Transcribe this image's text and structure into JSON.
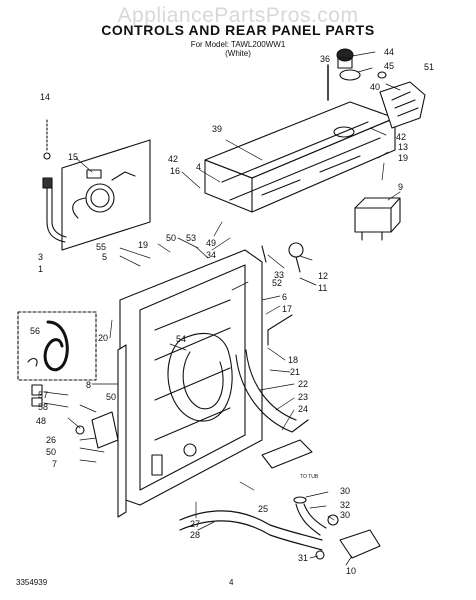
{
  "watermark": "AppliancePartsPros.com",
  "header": {
    "title": "CONTROLS AND REAR PANEL PARTS",
    "model_line": "For Model: TAWL200WW1",
    "color_line": "(White)"
  },
  "inset_label": "TO TUB",
  "footer": {
    "doc_number": "3354939",
    "page_number": "4"
  },
  "callouts": [
    "44",
    "36",
    "45",
    "40",
    "51",
    "39",
    "42",
    "13",
    "19",
    "9",
    "14",
    "15",
    "42",
    "16",
    "4",
    "49",
    "34",
    "33",
    "12",
    "11",
    "55",
    "5",
    "19",
    "50",
    "53",
    "52",
    "6",
    "17",
    "3",
    "1",
    "56",
    "20",
    "54",
    "18",
    "21",
    "22",
    "23",
    "24",
    "57",
    "58",
    "48",
    "8",
    "50",
    "26",
    "50",
    "7",
    "27",
    "28",
    "25",
    "30",
    "32",
    "30",
    "31",
    "10"
  ]
}
